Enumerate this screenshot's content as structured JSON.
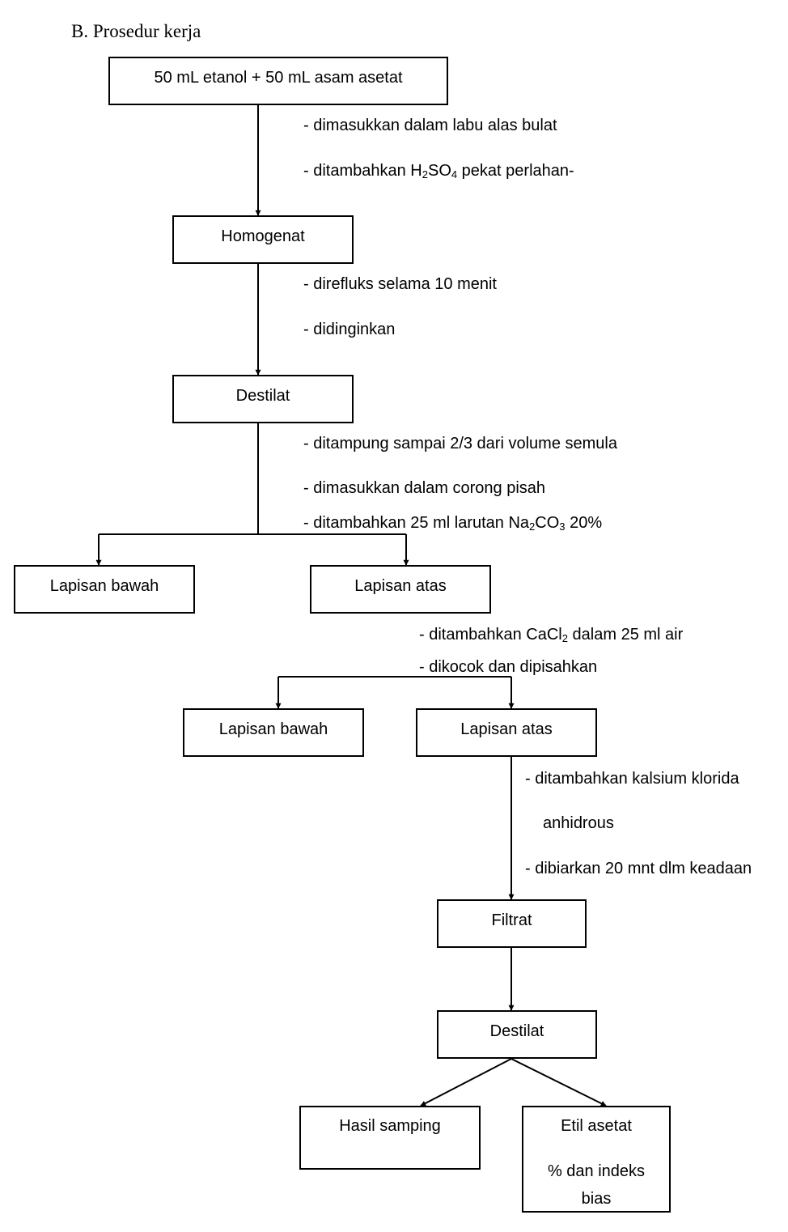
{
  "title": "B. Prosedur kerja",
  "boxes": {
    "start": "50 mL etanol + 50 mL asam asetat",
    "homogenat": "Homogenat",
    "destilat1": "Destilat",
    "lapisan_bawah_1": "Lapisan bawah",
    "lapisan_atas_1": "Lapisan atas",
    "lapisan_bawah_2": "Lapisan bawah",
    "lapisan_atas_2": "Lapisan atas",
    "filtrat": "Filtrat",
    "destilat2": "Destilat",
    "hasil_samping": "Hasil samping",
    "etil_asetat": "Etil asetat",
    "etil_asetat_line2": "% dan indeks",
    "etil_asetat_line3": "bias"
  },
  "notes": {
    "s1_a": "-  dimasukkan dalam labu alas bulat",
    "s1_b_pre": "-  ditambahkan H",
    "s1_b_sub1": "2",
    "s1_b_mid": "SO",
    "s1_b_sub2": "4",
    "s1_b_post": " pekat perlahan-",
    "s2_a": "-  direfluks selama 10 menit",
    "s2_b": "-  didinginkan",
    "s3_a": "-  ditampung sampai 2/3 dari volume semula",
    "s3_b": "-  dimasukkan dalam corong pisah",
    "s3_c_pre": "-  ditambahkan 25 ml larutan Na",
    "s3_c_sub1": "2",
    "s3_c_mid": "CO",
    "s3_c_sub2": "3",
    "s3_c_post": " 20%",
    "s4_a_pre": "-  ditambahkan CaCl",
    "s4_a_sub": "2",
    "s4_a_post": " dalam 25 ml air",
    "s4_b": "-  dikocok dan dipisahkan",
    "s5_a": "-  ditambahkan kalsium klorida",
    "s5_b": "anhidrous",
    "s5_c": "-  dibiarkan 20 mnt dlm keadaan"
  }
}
